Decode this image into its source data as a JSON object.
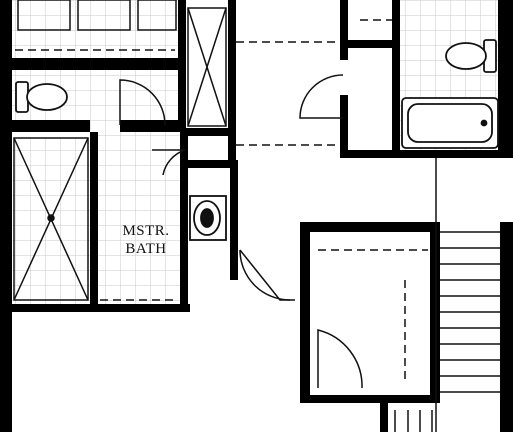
{
  "plan": {
    "colors": {
      "wall": "#000000",
      "line": "#111111",
      "tile": "#c8c8c8",
      "background": "#ffffff"
    },
    "rooms": [
      {
        "id": "master-bath",
        "label_lines": [
          "MSTR.",
          "BATH"
        ]
      }
    ],
    "fixtures": [
      "toilet",
      "toilet",
      "shower",
      "bathtub",
      "sink",
      "linen-closet",
      "stairs",
      "closet"
    ]
  }
}
